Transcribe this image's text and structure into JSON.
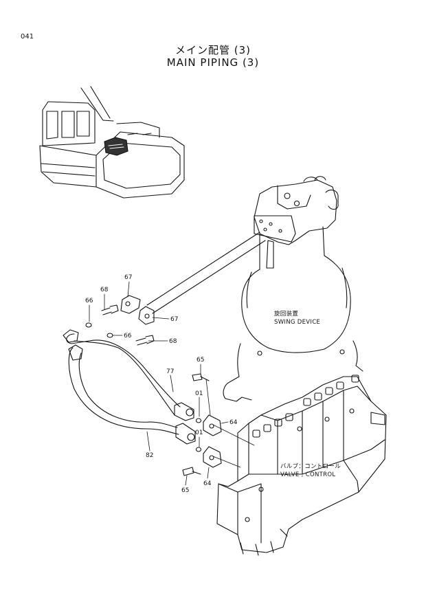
{
  "page_number": "041",
  "title_jp": "メイン配管 (3)",
  "title_en": "MAIN PIPING (3)",
  "callouts": [
    {
      "id": "c67a",
      "text": "67"
    },
    {
      "id": "c68a",
      "text": "68"
    },
    {
      "id": "c66a",
      "text": "66"
    },
    {
      "id": "c67b",
      "text": "67"
    },
    {
      "id": "c66b",
      "text": "66"
    },
    {
      "id": "c68b",
      "text": "68"
    },
    {
      "id": "c65a",
      "text": "65"
    },
    {
      "id": "c77",
      "text": "77"
    },
    {
      "id": "c01a",
      "text": "01"
    },
    {
      "id": "c64a",
      "text": "64"
    },
    {
      "id": "c01b",
      "text": "01"
    },
    {
      "id": "c82",
      "text": "82"
    },
    {
      "id": "c64b",
      "text": "64"
    },
    {
      "id": "c65b",
      "text": "65"
    }
  ],
  "components": {
    "swing_jp": "旋回装置",
    "swing_en": "SWING DEVICE",
    "valve_jp": "バルブ：コントロール",
    "valve_en": "VALVE ; CONTROL"
  }
}
